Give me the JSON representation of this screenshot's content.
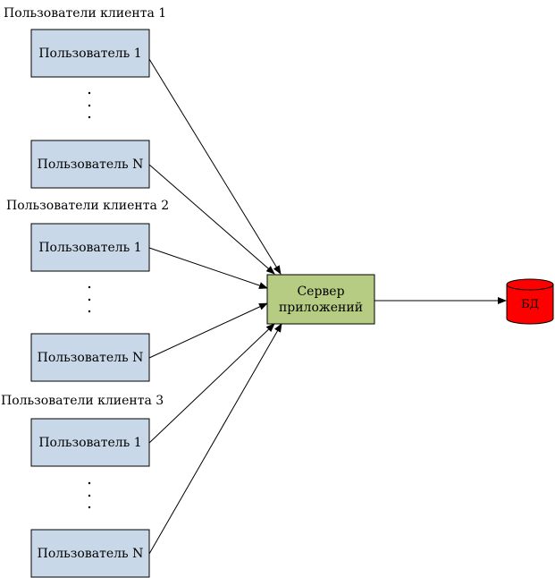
{
  "groups": [
    {
      "title": "Пользователи клиента 1",
      "first_user": "Пользователь 1",
      "last_user": "Пользователь N"
    },
    {
      "title": "Пользователи клиента 2",
      "first_user": "Пользователь 1",
      "last_user": "Пользователь N"
    },
    {
      "title": "Пользователи клиента 3",
      "first_user": "Пользователь 1",
      "last_user": "Пользователь N"
    }
  ],
  "server": {
    "line1": "Сервер",
    "line2": "приложений"
  },
  "database": {
    "label": "БД"
  },
  "colors": {
    "user_box": "#c9d8e8",
    "server_box": "#b5cc82",
    "database": "#ff0000"
  }
}
